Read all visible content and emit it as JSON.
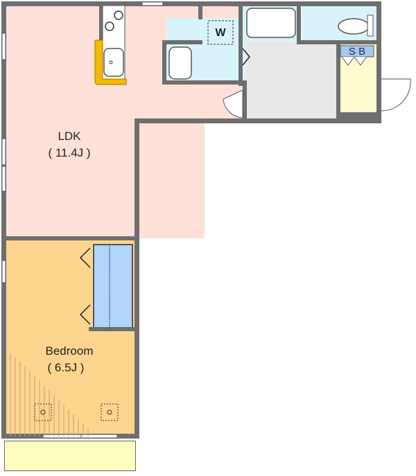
{
  "floorplan": {
    "rooms": [
      {
        "id": "ldk",
        "name": "LDK",
        "size": "( 11.4J )",
        "color": "#fde0d8"
      },
      {
        "id": "bedroom",
        "name": "Bedroom",
        "size": "( 6.5J )",
        "color": "#fdd58e"
      },
      {
        "id": "washroom",
        "name": "Washroom",
        "color": "#d8f4fa"
      },
      {
        "id": "bathroom",
        "name": "Bathroom",
        "color": "#d8f4fa"
      },
      {
        "id": "toilet",
        "name": "Toilet",
        "color": "#d8f4fa"
      },
      {
        "id": "hallway",
        "name": "Hallway",
        "color": "#e8e8e8"
      },
      {
        "id": "entrance",
        "name": "Entrance",
        "color": "#fffacd"
      },
      {
        "id": "closet",
        "name": "Closet",
        "color": "#b0d4fa"
      },
      {
        "id": "balcony",
        "name": "Balcony",
        "color": "#ffffc0"
      }
    ],
    "labels": {
      "ldk_name": "LDK",
      "ldk_size": "( 11.4J )",
      "bedroom_name": "Bedroom",
      "bedroom_size": "( 6.5J )",
      "washer": "W",
      "shoe_box": "S B"
    },
    "colors": {
      "wall": "#6e6e6e",
      "kitchen_counter": "#f5b800",
      "ldk": "#fde0d8",
      "bedroom": "#fdd58e",
      "wet_area": "#d8f4fa",
      "hall": "#e8e8e8",
      "entrance": "#fffacd",
      "closet": "#b0d4fa",
      "balcony": "#ffffc0",
      "sb_box": "#a8c8f0"
    }
  }
}
